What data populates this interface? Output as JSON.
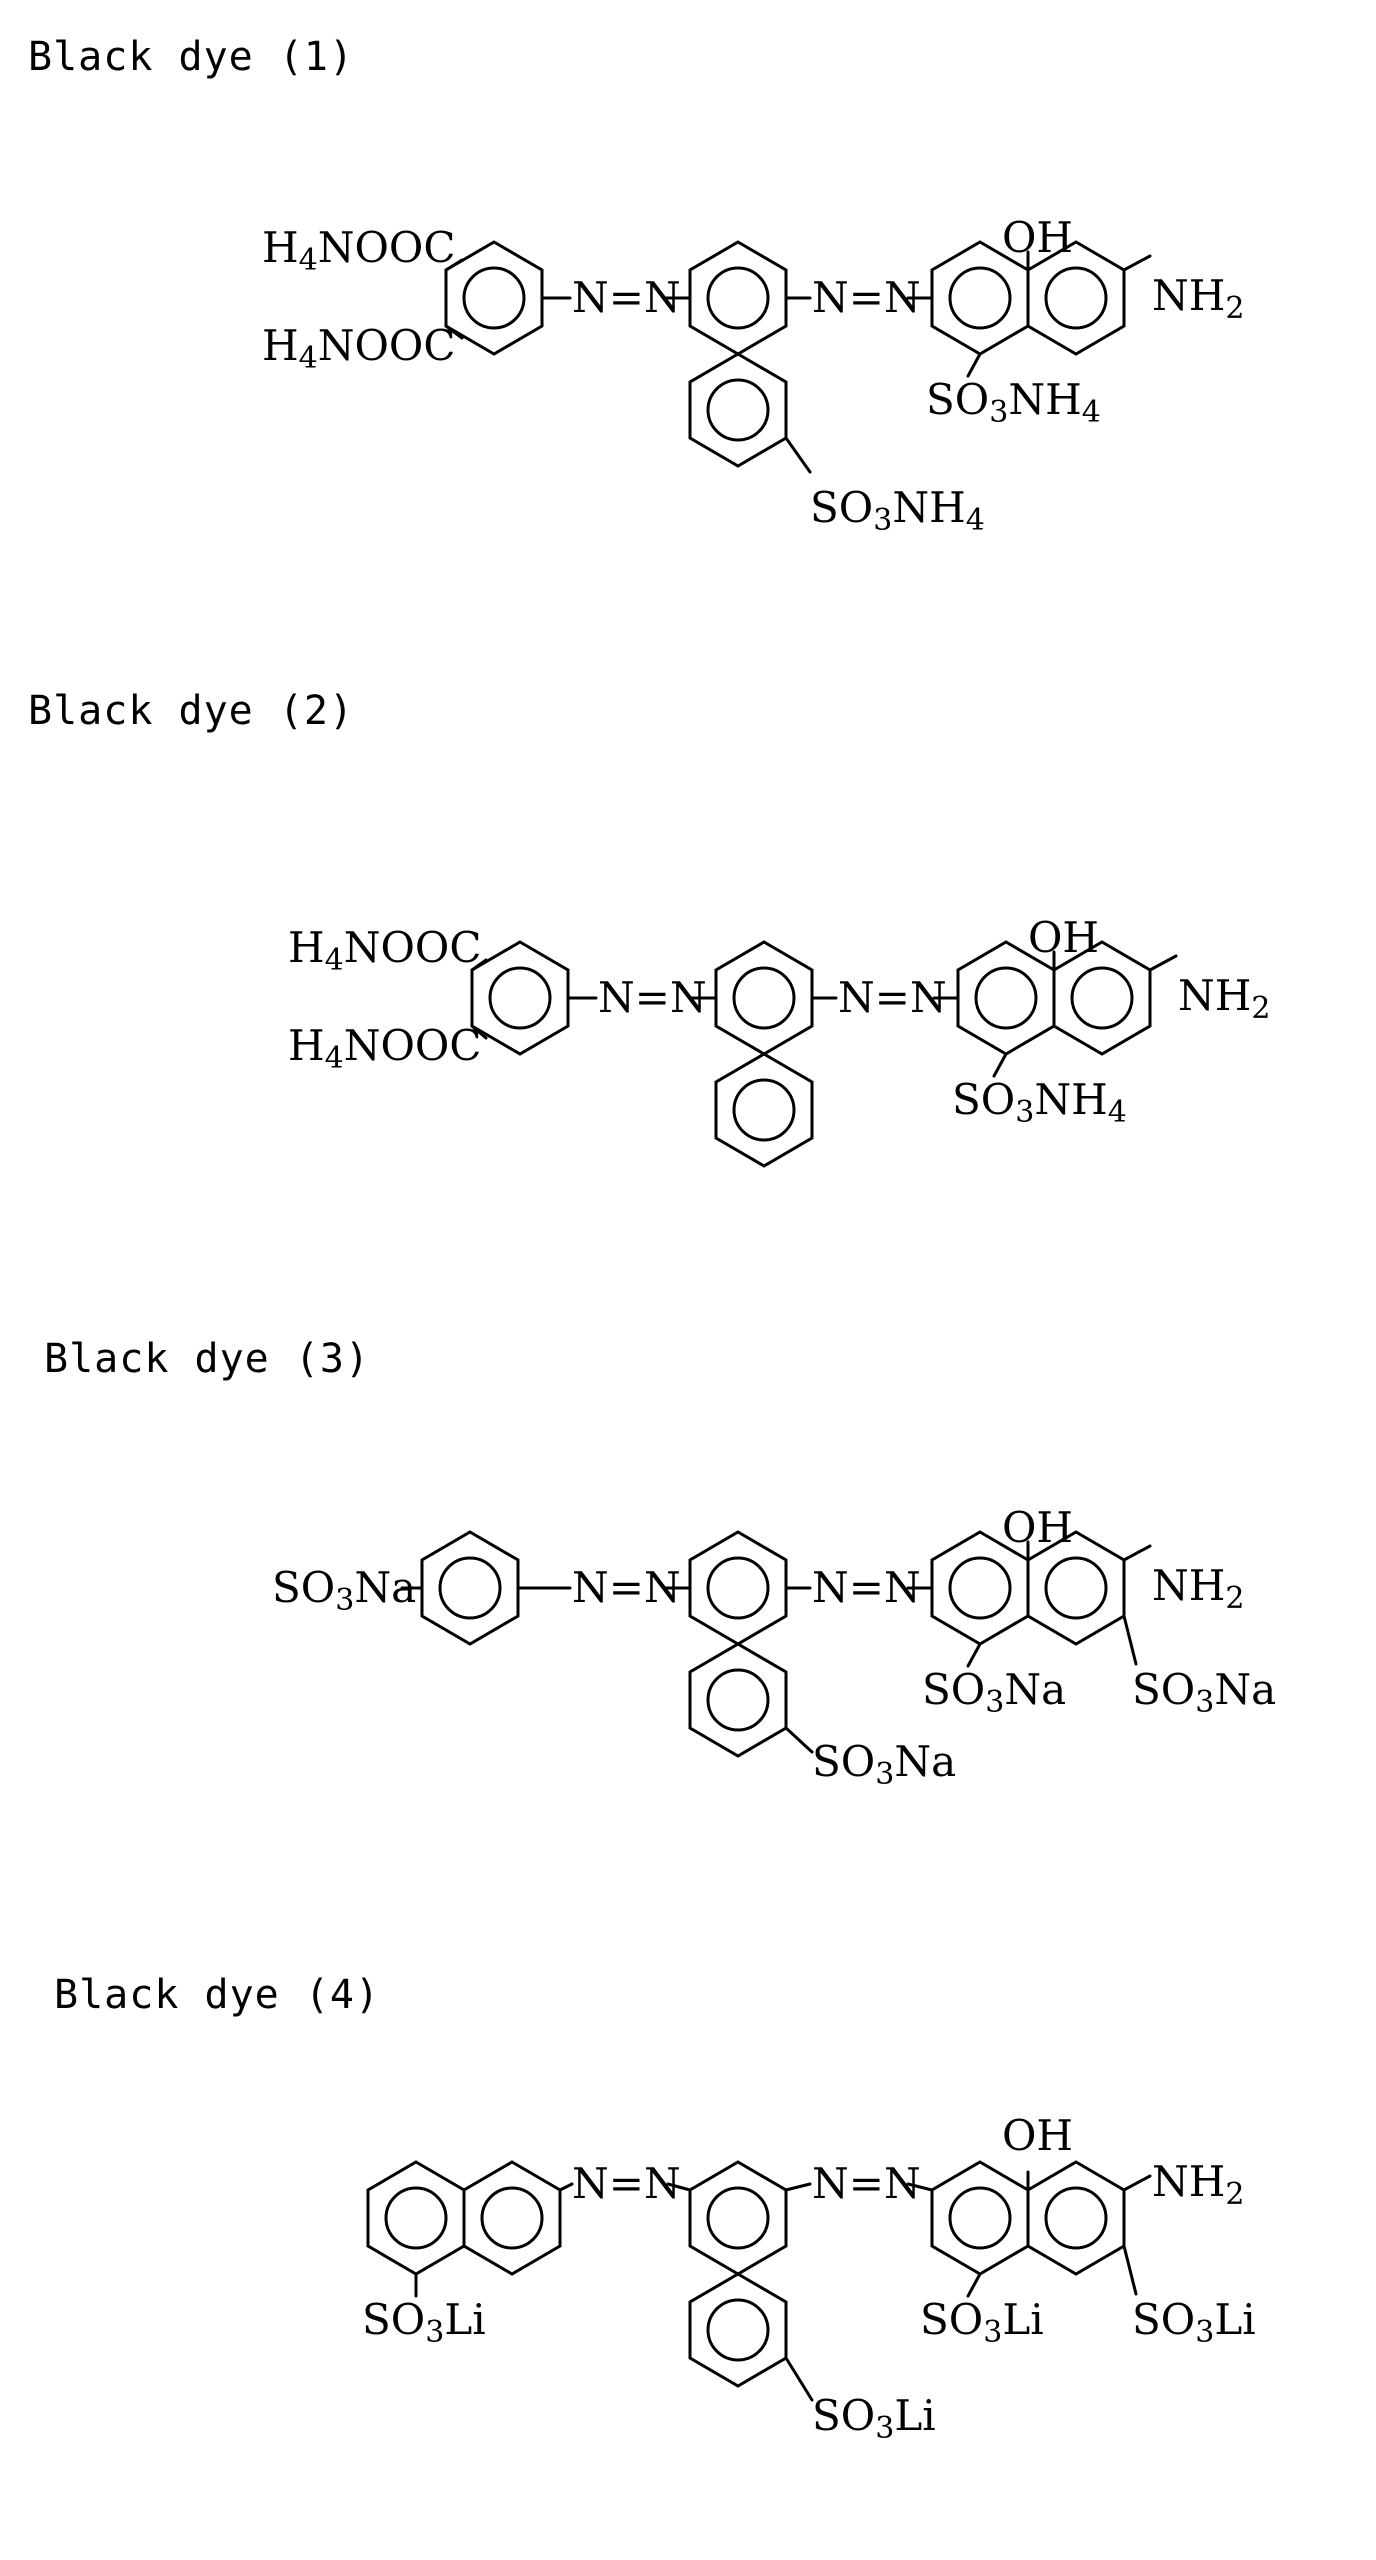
{
  "figure": {
    "dyes": [
      {
        "title": "Black dye (1)",
        "labels": {
          "top_left_group": "H4NOOC",
          "bottom_left_group": "H4NOOC",
          "azo1": "N=N",
          "azo2": "N=N",
          "hydroxy": "OH",
          "amino": "NH2",
          "naphthol_sulfonate": "SO3NH4",
          "mid_sulfonate": "SO3NH4"
        }
      },
      {
        "title": "Black dye (2)",
        "labels": {
          "top_left_group": "H4NOOC",
          "bottom_left_group": "H4NOOC",
          "azo1": "N=N",
          "azo2": "N=N",
          "hydroxy": "OH",
          "amino": "NH2",
          "naphthol_sulfonate": "SO3NH4"
        }
      },
      {
        "title": "Black dye (3)",
        "labels": {
          "left_group": "SO3Na",
          "azo1": "N=N",
          "azo2": "N=N",
          "hydroxy": "OH",
          "amino": "NH2",
          "naphthol_sulfonate_a": "SO3Na",
          "naphthol_sulfonate_b": "SO3Na",
          "mid_sulfonate": "SO3Na"
        }
      },
      {
        "title": "Black dye (4)",
        "labels": {
          "left_sulfonate": "SO3Li",
          "azo1": "N=N",
          "azo2": "N=N",
          "hydroxy": "OH",
          "amino": "NH2",
          "naphthol_sulfonate_a": "SO3Li",
          "naphthol_sulfonate_b": "SO3Li",
          "mid_sulfonate": "SO3Li"
        }
      }
    ]
  }
}
